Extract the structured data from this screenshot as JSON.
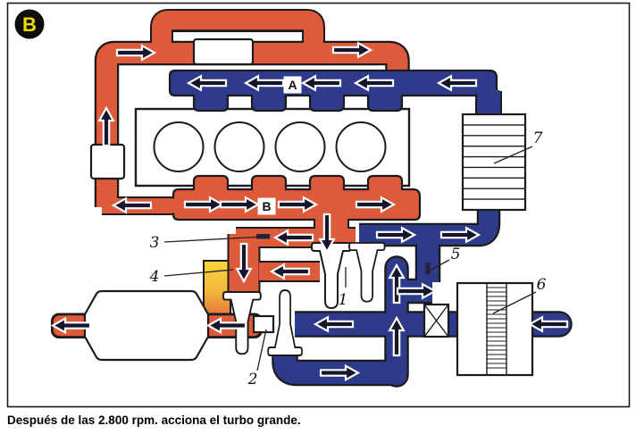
{
  "badge": {
    "label": "B"
  },
  "caption": "Después de las 2.800 rpm. acciona el turbo grande.",
  "labels": {
    "intake_manifold": "A",
    "exhaust_manifold": "B"
  },
  "callouts": {
    "c1": "1",
    "c2": "2",
    "c3": "3",
    "c4": "4",
    "c5": "5",
    "c6": "6",
    "c7": "7"
  },
  "colors": {
    "exhaust_red": "#dd5b3b",
    "intake_blue": "#2e3a8a",
    "valve_yellow": "#f6d73c",
    "valve_orange": "#ef9f38",
    "arrow_black": "#16162c",
    "badge_yellow": "#f5d90a"
  }
}
